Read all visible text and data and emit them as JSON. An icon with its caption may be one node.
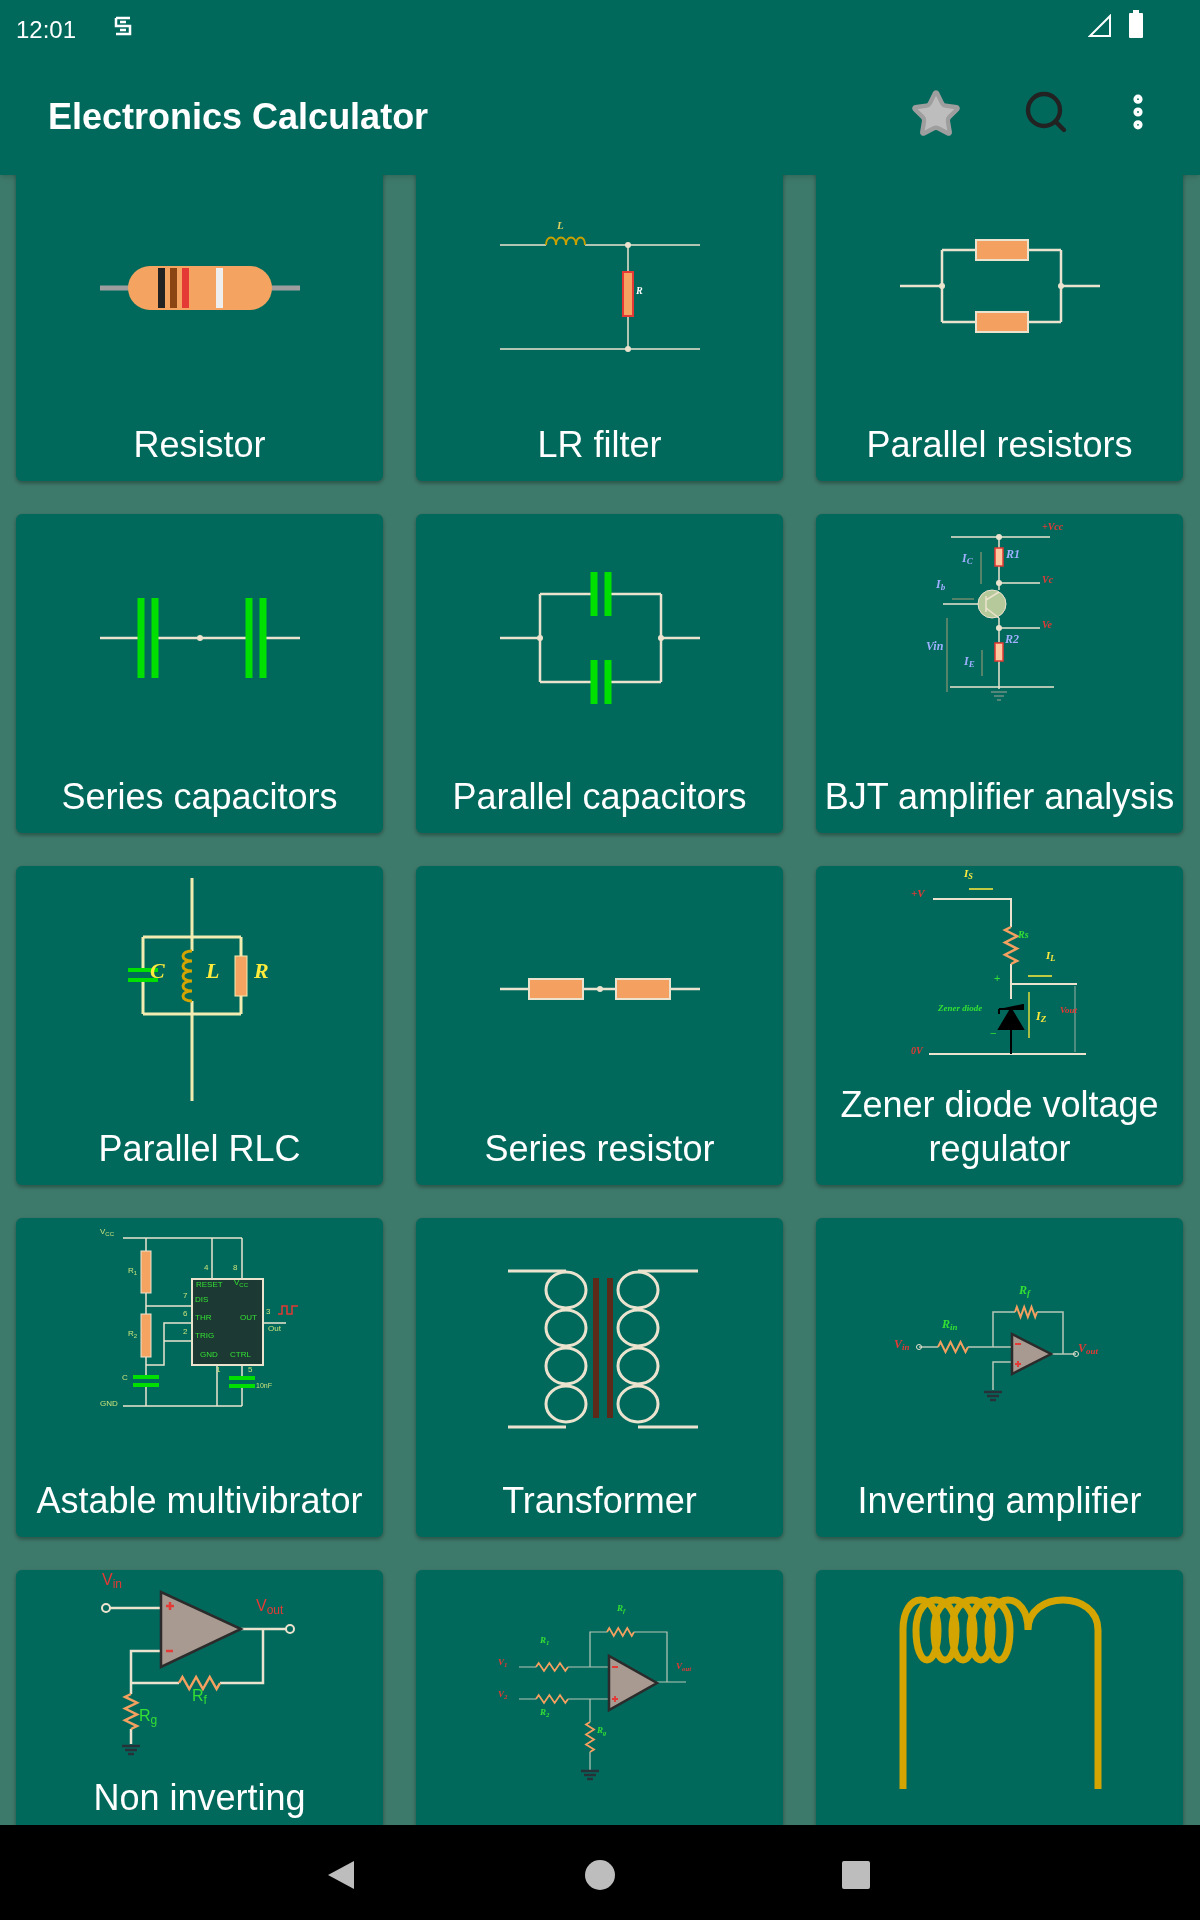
{
  "diagram": {
    "title": "Electronics Calculator",
    "nodes": [
      {
        "text": [
          "Resistor"
        ]
      },
      {
        "text": [
          "LR filter"
        ]
      },
      {
        "text": [
          "Parallel resistors"
        ]
      },
      {
        "text": [
          "Series capacitors"
        ]
      },
      {
        "text": [
          "Parallel capacitors"
        ]
      },
      {
        "text": [
          "BJT amplifier analysis"
        ]
      },
      {
        "text": [
          "Parallel RLC"
        ]
      },
      {
        "text": [
          "Series resistor"
        ]
      },
      {
        "text": [
          "Zener diode voltage regulator"
        ]
      },
      {
        "text": [
          "Astable multivibrator"
        ]
      },
      {
        "text": [
          "Transformer"
        ]
      },
      {
        "text": [
          "Inverting amplifier"
        ]
      },
      {
        "text": [
          "Non inverting"
        ]
      },
      {
        "text": [],
        "shape": "box"
      },
      {
        "text": [],
        "shape": "box"
      }
    ],
    "edges": [],
    "labels": [
      "12:01",
      "L",
      "R",
      "+Vcc",
      "I$_{C}$",
      "R1",
      "Vc",
      "I$_{b}$",
      "Ve",
      "Vin",
      "R2",
      "I$_{E}$",
      "C",
      "L",
      "R",
      "I$_{S}$",
      "+V",
      "Rs",
      "I$_{L}$",
      "+",
      "Zener diode",
      "I$_{Z}$",
      "Vout",
      "−",
      "0V",
      "V$_{CC}$",
      "R$_{1}$",
      "R$_{2}$",
      "C",
      "GND",
      "4",
      "8",
      "RESET",
      "V$_{CC}$",
      "7",
      "DIS",
      "6",
      "THR",
      "2",
      "TRIG",
      "OUT",
      "3",
      "Out",
      "GND",
      "CTRL",
      "1",
      "5",
      "10nF",
      "R$_{f}$",
      "R$_{in}$",
      "V$_{in}$",
      "V$_{out}$",
      "V$_{in}$",
      "V$_{out}$",
      "R$_{f}$",
      "R$_{g}$",
      "R$_{f}$",
      "R$_{1}$",
      "V$_{1}$",
      "V$_{out}$",
      "V$_{2}$",
      "R$_{2}$",
      "R$_{g}$"
    ]
  }
}
